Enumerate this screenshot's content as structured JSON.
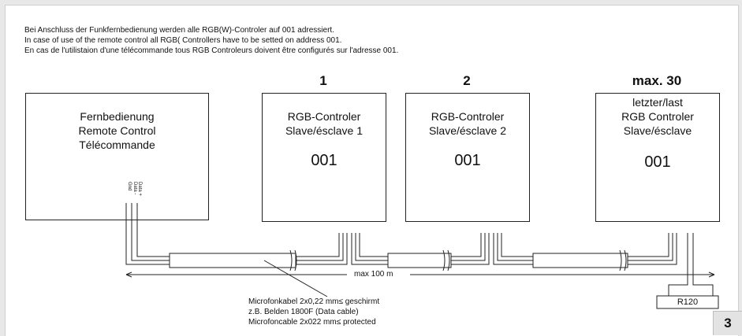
{
  "notes": [
    "Bei Anschluss der Funkfernbedienung werden alle RGB(W)-Controler auf 001 adressiert.",
    "In case of use of the remote control all RGB( Controllers have to be setted on address 001.",
    "En cas de l'utilistaion d'une télécommande tous RGB Controleurs doivent être configurés sur l'adresse 001."
  ],
  "remote": {
    "lines": [
      "Fernbedienung",
      "Remote Control",
      "Télécommande"
    ],
    "pins": [
      "Data +",
      "Data -",
      "Gnd"
    ]
  },
  "controllers": [
    {
      "number": "1",
      "lines": [
        "RGB-Controler",
        "Slave/ésclave 1"
      ],
      "address": "001"
    },
    {
      "number": "2",
      "lines": [
        "RGB-Controler",
        "Slave/ésclave 2"
      ],
      "address": "001"
    },
    {
      "number": "max. 30",
      "lines": [
        "letzter/last",
        "RGB Controler",
        "Slave/ésclave"
      ],
      "address": "001"
    }
  ],
  "distance_label": "max 100 m",
  "cable_caption": [
    "Microfonkabel 2x0,22 mm≤ geschirmt",
    "z.B. Belden 1800F (Data cable)",
    "Microfoncable 2x022 mm≤ protected"
  ],
  "terminator_label": "R120",
  "page_number": "3"
}
